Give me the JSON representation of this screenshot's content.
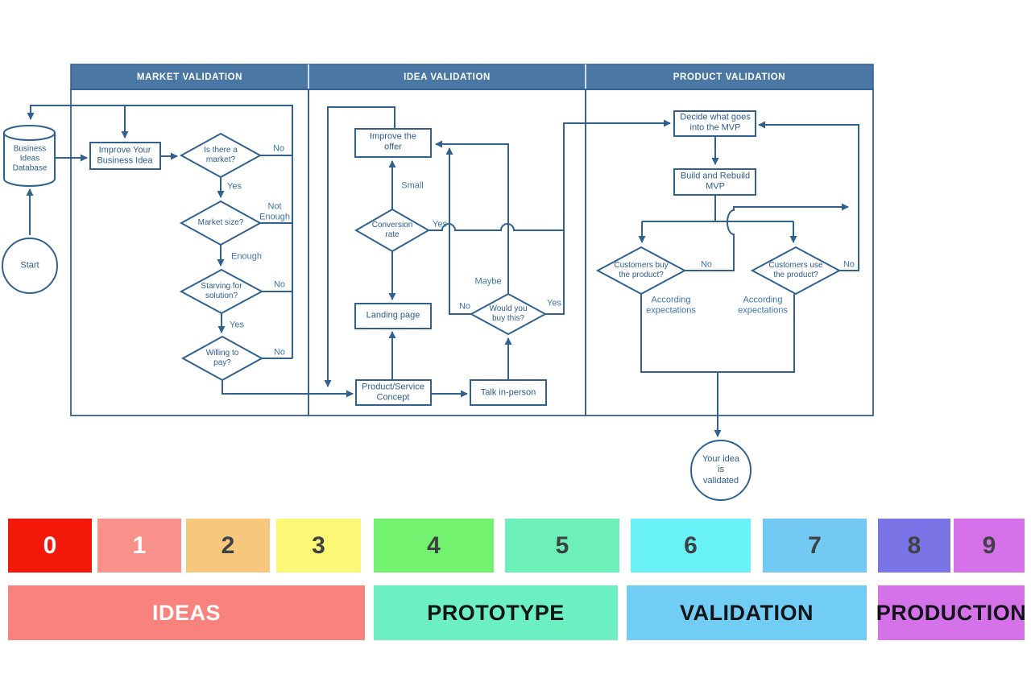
{
  "flowchart": {
    "lane_titles": {
      "market": "MARKET VALIDATION",
      "idea": "IDEA VALIDATION",
      "product": "PRODUCT VALIDATION"
    },
    "nodes": {
      "business_ideas_database": "Business\nIdeas\nDatabase",
      "start": "Start",
      "improve_your_business_idea": "Improve Your\nBusiness Idea",
      "is_there_a_market": "Is there a\nmarket?",
      "market_size": "Market size?",
      "starving_for_solution": "Starving for\nsolution?",
      "willing_to_pay": "Willing to\npay?",
      "improve_the_offer": "Improve the\noffer",
      "conversion_rate": "Conversion\nrate",
      "landing_page": "Landing page",
      "product_service_concept": "Product/Service\nConcept",
      "talk_in_person": "Talk in-person",
      "would_you_buy_this": "Would you\nbuy this?",
      "decide_mvp": "Decide what goes\ninto the MVP",
      "build_rebuild_mvp": "Build and Rebuild\nMVP",
      "customers_buy": "Customers buy\nthe product?",
      "customers_use": "Customers use\nthe product?",
      "idea_validated": "Your idea\nis\nvalidated"
    },
    "edge_labels": {
      "market_no": "No",
      "market_yes": "Yes",
      "not_enough": "Not\nEnough",
      "enough": "Enough",
      "starving_no": "No",
      "starving_yes": "Yes",
      "pay_no": "No",
      "small": "Small",
      "conversion_yes": "Yes",
      "maybe": "Maybe",
      "buy_this_no": "No",
      "buy_this_yes": "Yes",
      "customers_buy_no": "No",
      "customers_use_no": "No",
      "according_left": "According\nexpectations",
      "according_right": "According\nexpectations"
    }
  },
  "pipeline": {
    "steps": [
      {
        "num": "0",
        "bg": "#f3180a",
        "fg": "#ffffff"
      },
      {
        "num": "1",
        "bg": "#f9918b",
        "fg": "#ffffff"
      },
      {
        "num": "2",
        "bg": "#f8c77e",
        "fg": "#3f4245"
      },
      {
        "num": "3",
        "bg": "#fbf876",
        "fg": "#3f4245"
      },
      {
        "num": "4",
        "bg": "#73f26f",
        "fg": "#3f4245"
      },
      {
        "num": "5",
        "bg": "#6cefb8",
        "fg": "#3f4245"
      },
      {
        "num": "6",
        "bg": "#69f3f9",
        "fg": "#3f4245"
      },
      {
        "num": "7",
        "bg": "#72c9f3",
        "fg": "#3f4245"
      },
      {
        "num": "8",
        "bg": "#7b74e6",
        "fg": "#3f4245"
      },
      {
        "num": "9",
        "bg": "#d572ea",
        "fg": "#3f4245"
      }
    ],
    "phases": [
      {
        "label": "IDEAS",
        "bg": "#f8837c",
        "fg": "#ffffff"
      },
      {
        "label": "PROTOTYPE",
        "bg": "#6cf0c2",
        "fg": "#111418"
      },
      {
        "label": "VALIDATION",
        "bg": "#72cdf4",
        "fg": "#111418"
      },
      {
        "label": "PRODUCTION",
        "bg": "#d572ea",
        "fg": "#111418"
      }
    ]
  },
  "colors": {
    "header_bg": "#4a77a4",
    "line": "#30618f",
    "node_text": "#2d5c8c",
    "edge_text": "#3d74ac"
  }
}
